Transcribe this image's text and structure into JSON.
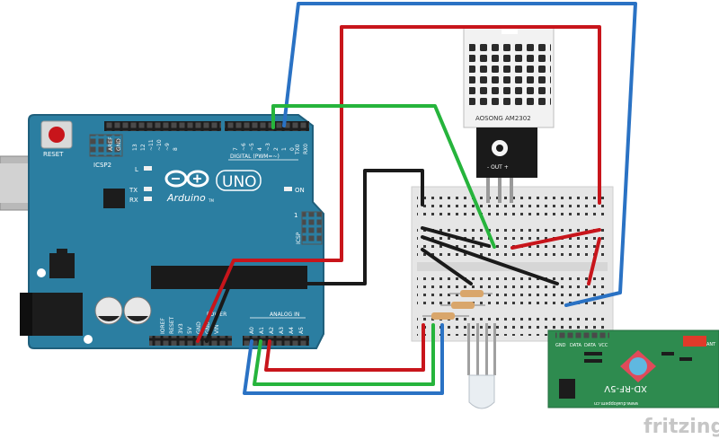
{
  "colors": {
    "arduino_board": "#2b7ea1",
    "arduino_dark": "#1f5f7c",
    "wire_red": "#c8151b",
    "wire_blue": "#2a72c4",
    "wire_green": "#26b43c",
    "wire_black": "#1a1a1a",
    "breadboard": "#e6e6e6",
    "rf_module": "#2e8b4f",
    "sensor_body": "#f2f2f2",
    "fritzing_logo": "#c6c6c6"
  },
  "arduino": {
    "brand": "Arduino",
    "model": "UNO",
    "tm": "TM",
    "reset_label": "RESET",
    "icsp2_label": "ICSP2",
    "icsp_label": "ICSP",
    "digital_label": "DIGITAL (PWM=~)",
    "analog_label": "ANALOG IN",
    "power_label": "POWER",
    "aref": "AREF",
    "gnd": "GND",
    "on_label": "ON",
    "l_label": "L",
    "tx_label": "TX",
    "rx_label": "RX",
    "tx0": "TX0",
    "rx0": "RX0",
    "digital_pins": [
      "13",
      "12",
      "~11",
      "~10",
      "~9",
      "8",
      "7",
      "~6",
      "~5",
      "4",
      "~3",
      "2",
      "1",
      "0"
    ],
    "power_pins": [
      "IOREF",
      "RESET",
      "3V3",
      "5V",
      "GND",
      "GND",
      "VIN"
    ],
    "analog_pins": [
      "A0",
      "A1",
      "A2",
      "A3",
      "A4",
      "A5"
    ],
    "icsp_num": "1"
  },
  "sensor": {
    "brand": "AOSONG AM2302",
    "pins_label": "- OUT +"
  },
  "rf_module": {
    "name": "XD-RF-5V",
    "url": "www.dualoppem.cn",
    "pin_labels": [
      "GND",
      "DATA",
      "DATA",
      "VCC"
    ],
    "ant_label": "ANT"
  },
  "logo": {
    "text": "fritzing"
  }
}
